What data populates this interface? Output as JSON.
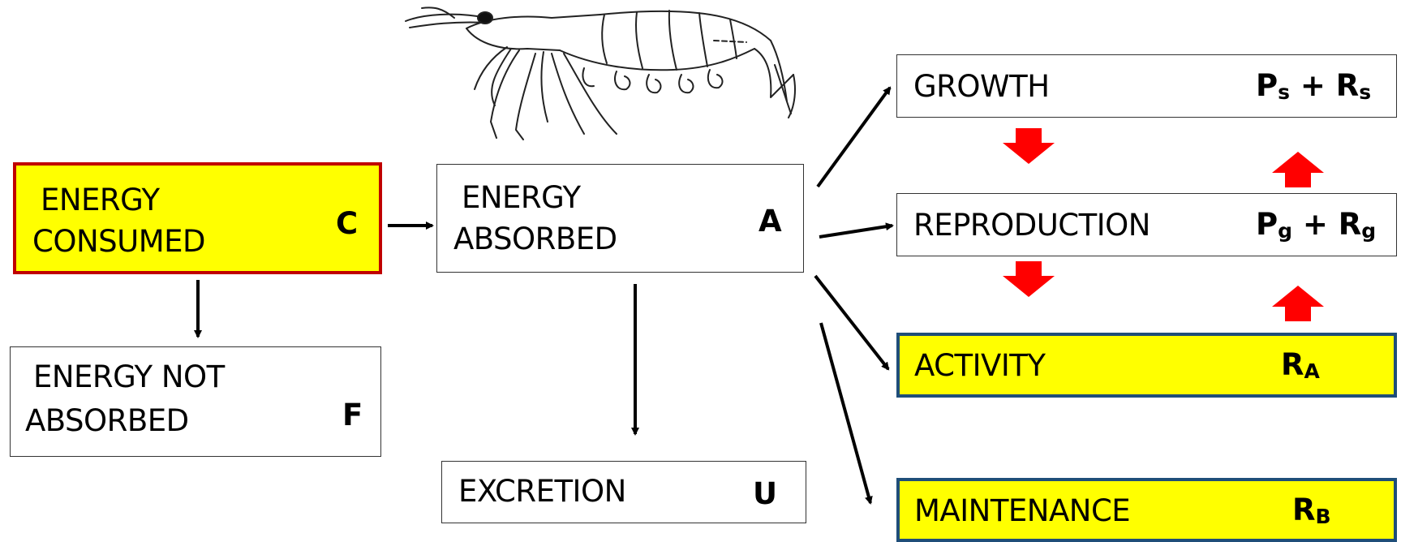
{
  "boxes": {
    "consumed": {
      "line1": "ENERGY",
      "line2": "CONSUMED",
      "symbol": "C"
    },
    "absorbed": {
      "line1": "ENERGY",
      "line2": "ABSORBED",
      "symbol": "A"
    },
    "not_absorbed": {
      "line1": "ENERGY NOT",
      "line2": "ABSORBED",
      "symbol": "F"
    },
    "excretion": {
      "label": "EXCRETION",
      "symbol": "U"
    },
    "growth": {
      "label": "GROWTH",
      "sym_main1": "P",
      "sym_sub1": "s",
      "sym_plus": " + ",
      "sym_main2": "R",
      "sym_sub2": "s"
    },
    "reproduction": {
      "label": "REPRODUCTION",
      "sym_main1": "P",
      "sym_sub1": "g",
      "sym_plus": " + ",
      "sym_main2": "R",
      "sym_sub2": "g"
    },
    "activity": {
      "label": "ACTIVITY",
      "sym_main": "R",
      "sym_sub": "A"
    },
    "maintenance": {
      "label": "MAINTENANCE",
      "sym_main": "R",
      "sym_sub": "B"
    }
  },
  "colors": {
    "highlight": "#ffff00",
    "consumed_border": "#c00000",
    "respiration_border": "#1f4e79",
    "transfer_arrow": "#ff0000"
  },
  "illustration": "shrimp"
}
